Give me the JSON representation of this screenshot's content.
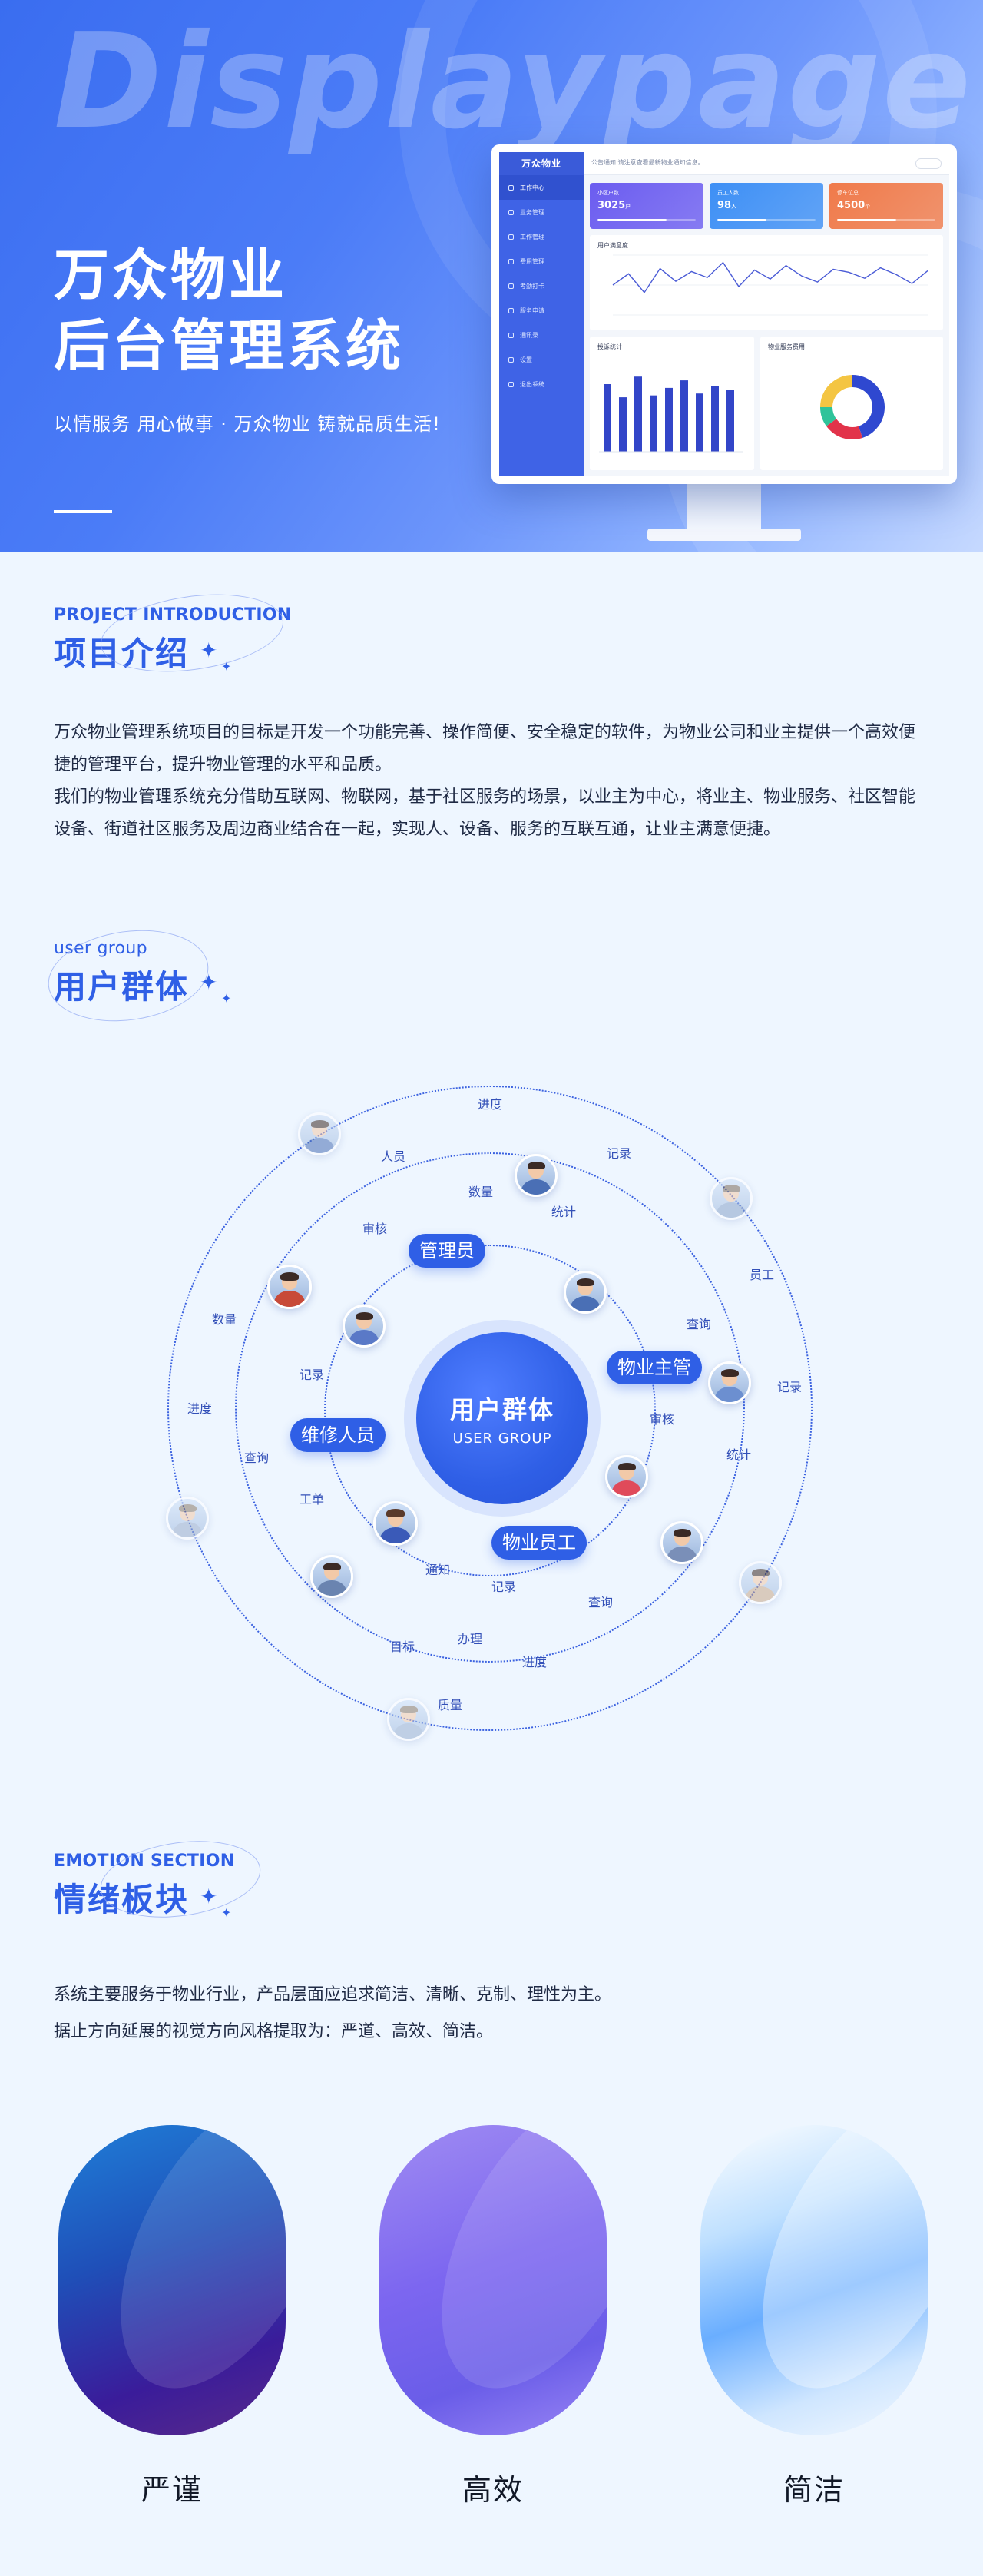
{
  "hero": {
    "watermark": "Displaypage",
    "title_line1": "万众物业",
    "title_line2": "后台管理系统",
    "tagline": "以情服务 用心做事 · 万众物业 铸就品质生活!"
  },
  "dashboard": {
    "logo": "万众物业",
    "notice": "公告通知 请注意查看最新物业通知信息。",
    "sidebar": [
      "工作中心",
      "业务管理",
      "工作管理",
      "费用管理",
      "考勤打卡",
      "服务申请",
      "通讯录",
      "设置",
      "退出系统"
    ],
    "cards": [
      {
        "label": "小区户数",
        "value": "3025",
        "unit": "户",
        "progress": 0.7,
        "color": "#6b5cf0"
      },
      {
        "label": "员工人数",
        "value": "98",
        "unit": "人",
        "progress": 0.5,
        "color": "#3d8ff5"
      },
      {
        "label": "停车位总",
        "value": "4500",
        "unit": "个",
        "progress": 0.6,
        "color": "#f07a4a"
      }
    ],
    "line_title": "用户满意度",
    "bar_title": "投诉统计",
    "donut_title": "物业服务费用",
    "line_points": [
      40,
      55,
      30,
      62,
      45,
      58,
      50,
      70,
      38,
      60,
      48,
      66,
      52,
      44,
      61,
      57,
      49,
      63,
      54,
      42,
      59
    ],
    "bar_values": [
      72,
      58,
      80,
      60,
      68,
      76,
      62,
      70,
      66
    ],
    "donut": [
      {
        "value": 45,
        "color": "#2f48d0"
      },
      {
        "value": 20,
        "color": "#e2334a"
      },
      {
        "value": 10,
        "color": "#2fc39a"
      },
      {
        "value": 25,
        "color": "#f4c542"
      }
    ]
  },
  "intro": {
    "en": "PROJECT INTRODUCTION",
    "cn": "项目介绍",
    "p1": "万众物业管理系统项目的目标是开发一个功能完善、操作简便、安全稳定的软件，为物业公司和业主提供一个高效便捷的管理平台，提升物业管理的水平和品质。",
    "p2": "我们的物业管理系统充分借助互联网、物联网，基于社区服务的场景，以业主为中心，将业主、物业服务、社区智能设备、街道社区服务及周边商业结合在一起，实现人、设备、服务的互联互通，让业主满意便捷。"
  },
  "users": {
    "en": "user group",
    "cn": "用户群体",
    "center_cn": "用户群体",
    "center_en": "USER GROUP",
    "roles": [
      "管理员",
      "物业主管",
      "维修人员",
      "物业员工"
    ],
    "labels": [
      "进度",
      "记录",
      "人员",
      "数量",
      "统计",
      "审核",
      "员工",
      "查询",
      "数量",
      "记录",
      "记录",
      "进度",
      "审核",
      "查询",
      "统计",
      "工单",
      "通知",
      "记录",
      "查询",
      "办理",
      "目标",
      "进度",
      "质量"
    ]
  },
  "emotion": {
    "en": "EMOTION SECTION",
    "cn": "情绪板块",
    "p1": "系统主要服务于物业行业，产品层面应追求简洁、清晰、克制、理性为主。",
    "p2": "据止方向延展的视觉方向风格提取为：严道、高效、简洁。",
    "cards": [
      "严谨",
      "高效",
      "简洁"
    ]
  }
}
